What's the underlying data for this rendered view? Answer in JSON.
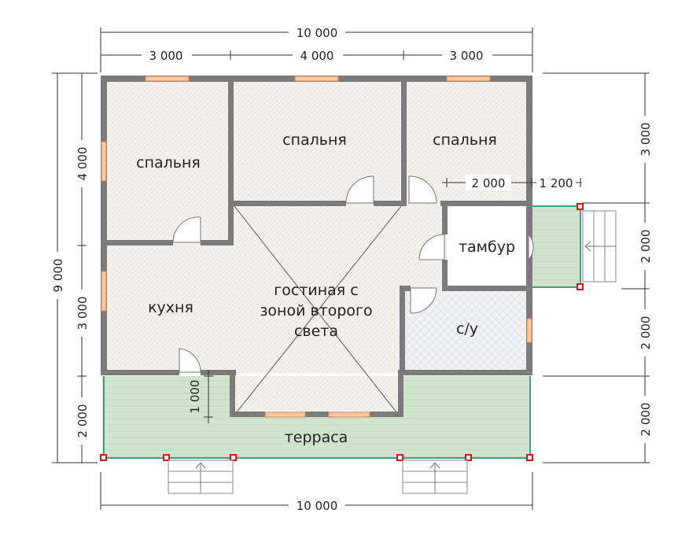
{
  "dimensions": {
    "top_total": "10 000",
    "top_left": "3 000",
    "top_middle": "4 000",
    "top_right": "3 000",
    "bottom_total": "10 000",
    "left_total": "9 000",
    "left_upper": "4 000",
    "left_middle": "3 000",
    "left_lower": "2 000",
    "right_top": "3 000",
    "right_mid1": "2 000",
    "right_mid2": "2 000",
    "right_bottom": "2 000",
    "inner_horizontal_1": "2 000",
    "inner_horizontal_2": "1 200",
    "inner_vertical": "1 000"
  },
  "rooms": {
    "bedroom_left": "спальня",
    "bedroom_middle": "спальня",
    "bedroom_right": "спальня",
    "kitchen": "кухня",
    "living_line1": "гостиная с",
    "living_line2": "зоной второго",
    "living_line3": "света",
    "vestibule": "тамбур",
    "bathroom": "с/у",
    "terrace": "терраса"
  },
  "colors": {
    "wall": "#7b7b7b",
    "floor": "#f4f1ec",
    "terrace": "#cfe4cc",
    "window": "#f6c7a1",
    "post": "#dd1111"
  }
}
